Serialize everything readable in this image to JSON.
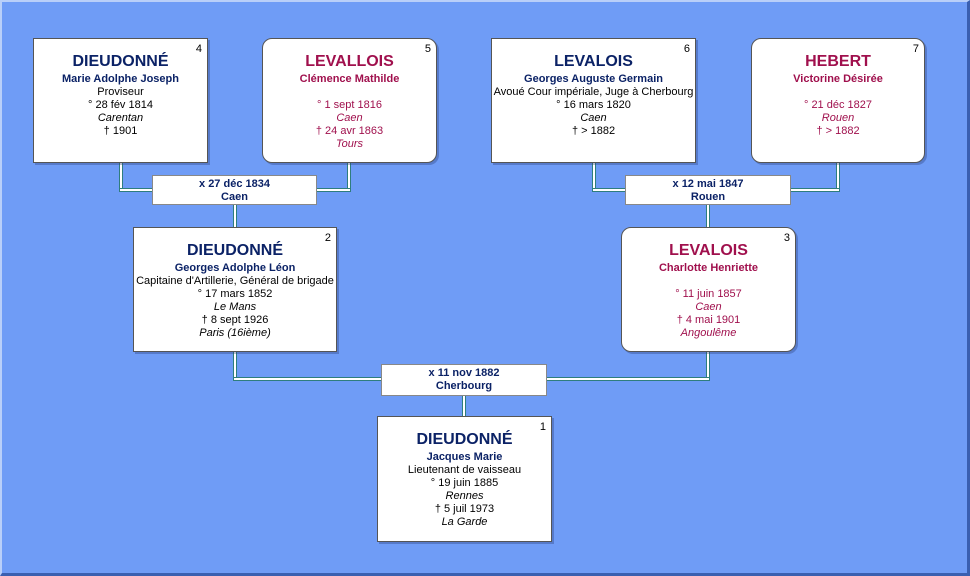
{
  "persons": {
    "p4": {
      "num": "4",
      "surname": "DIEUDONNÉ",
      "given": "Marie Adolphe Joseph",
      "occupation": "Proviseur",
      "birth": "° 28 fév 1814",
      "birth_place": "Carentan",
      "death": "† 1901",
      "death_place": ""
    },
    "p5": {
      "num": "5",
      "surname": "LEVALLOIS",
      "given": "Clémence Mathilde",
      "occupation": "",
      "birth": "° 1 sept 1816",
      "birth_place": "Caen",
      "death": "† 24 avr 1863",
      "death_place": "Tours"
    },
    "p6": {
      "num": "6",
      "surname": "LEVALOIS",
      "given": "Georges Auguste Germain",
      "occupation": "Avoué Cour impériale, Juge à Cherbourg",
      "birth": "° 16 mars 1820",
      "birth_place": "Caen",
      "death": "† > 1882",
      "death_place": ""
    },
    "p7": {
      "num": "7",
      "surname": "HEBERT",
      "given": "Victorine Désirée",
      "occupation": "",
      "birth": "° 21 déc 1827",
      "birth_place": "Rouen",
      "death": "† > 1882",
      "death_place": ""
    },
    "p2": {
      "num": "2",
      "surname": "DIEUDONNÉ",
      "given": "Georges Adolphe Léon",
      "occupation": "Capitaine d'Artillerie, Général de brigade",
      "birth": "° 17 mars 1852",
      "birth_place": "Le Mans",
      "death": "† 8 sept 1926",
      "death_place": "Paris (16ième)"
    },
    "p3": {
      "num": "3",
      "surname": "LEVALOIS",
      "given": "Charlotte Henriette",
      "occupation": "",
      "birth": "° 11 juin 1857",
      "birth_place": "Caen",
      "death": "† 4 mai 1901",
      "death_place": "Angoulême"
    },
    "p1": {
      "num": "1",
      "surname": "DIEUDONNÉ",
      "given": "Jacques Marie",
      "occupation": "Lieutenant de vaisseau",
      "birth": "° 19 juin 1885",
      "birth_place": "Rennes",
      "death": "† 5 juil 1973",
      "death_place": "La Garde"
    }
  },
  "marriages": {
    "m45": {
      "date": "x 27 déc 1834",
      "place": "Caen"
    },
    "m67": {
      "date": "x 12 mai 1847",
      "place": "Rouen"
    },
    "m23": {
      "date": "x 11 nov 1882",
      "place": "Cherbourg"
    }
  },
  "colors": {
    "background": "#6f9cf6",
    "male_text": "#0b2266",
    "female_text": "#a0104d",
    "connector_border": "#2f7d7d"
  }
}
